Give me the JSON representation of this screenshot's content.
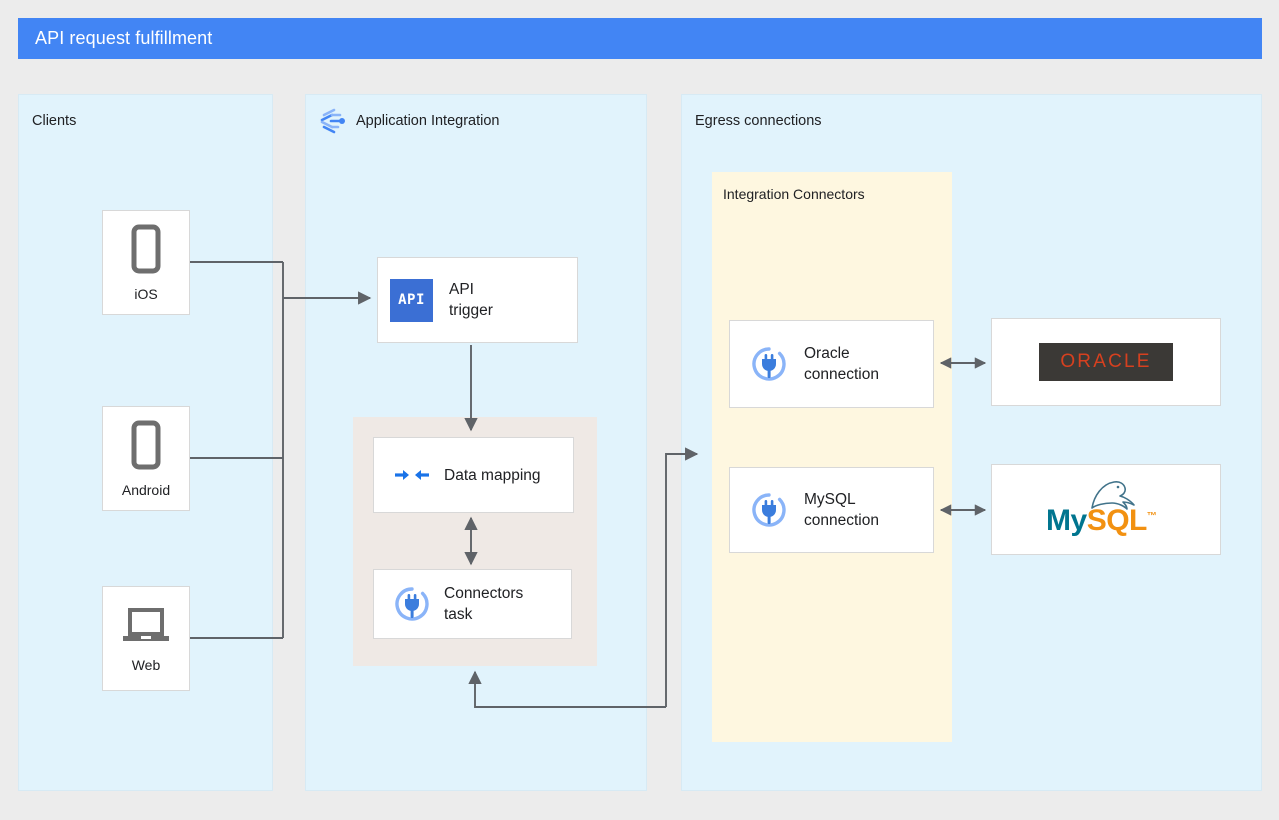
{
  "header": {
    "title": "API request fulfillment",
    "bar_color": "#4285f4",
    "text_color": "#ffffff"
  },
  "panels": {
    "clients": {
      "label": "Clients",
      "fill": "#e1f3fc"
    },
    "application_integration": {
      "label": "Application Integration",
      "icon": "application-integration-icon",
      "fill": "#e1f3fc"
    },
    "egress": {
      "label": "Egress connections",
      "fill": "#e1f3fc"
    },
    "integration_connectors": {
      "label": "Integration Connectors",
      "fill": "#fef7e0"
    },
    "task_group": {
      "fill": "#efe9e5"
    }
  },
  "clients": [
    {
      "label": "iOS",
      "icon": "mobile-phone-icon"
    },
    {
      "label": "Android",
      "icon": "mobile-phone-icon"
    },
    {
      "label": "Web",
      "icon": "laptop-icon"
    }
  ],
  "integration_nodes": [
    {
      "label": "API\ntrigger",
      "icon": "api-trigger-icon",
      "icon_text": "API"
    },
    {
      "label": "Data mapping",
      "icon": "data-mapping-icon"
    },
    {
      "label": "Connectors\ntask",
      "icon": "connector-plug-icon"
    }
  ],
  "connections": [
    {
      "label": "Oracle\nconnection",
      "icon": "connector-plug-icon"
    },
    {
      "label": "MySQL\nconnection",
      "icon": "connector-plug-icon"
    }
  ],
  "databases": [
    {
      "name": "oracle-logo",
      "text": "ORACLE",
      "logo_fill": "#3b3936",
      "text_color": "#d6401f"
    },
    {
      "name": "mysql-logo",
      "text_primary": "My",
      "text_secondary": "SQL",
      "trademark": "™",
      "primary_color": "#00758f",
      "secondary_color": "#f29111"
    }
  ],
  "colors": {
    "accent_blue": "#4285f4",
    "icon_blue": "#1a73e8",
    "light_blue": "#8ab4f8",
    "panel_blue": "#e1f3fc",
    "connector_yellow": "#fef7e0",
    "task_beige": "#efe9e5",
    "wire_gray": "#5f6368",
    "device_gray": "#6e6e6e",
    "background": "#ececec"
  }
}
